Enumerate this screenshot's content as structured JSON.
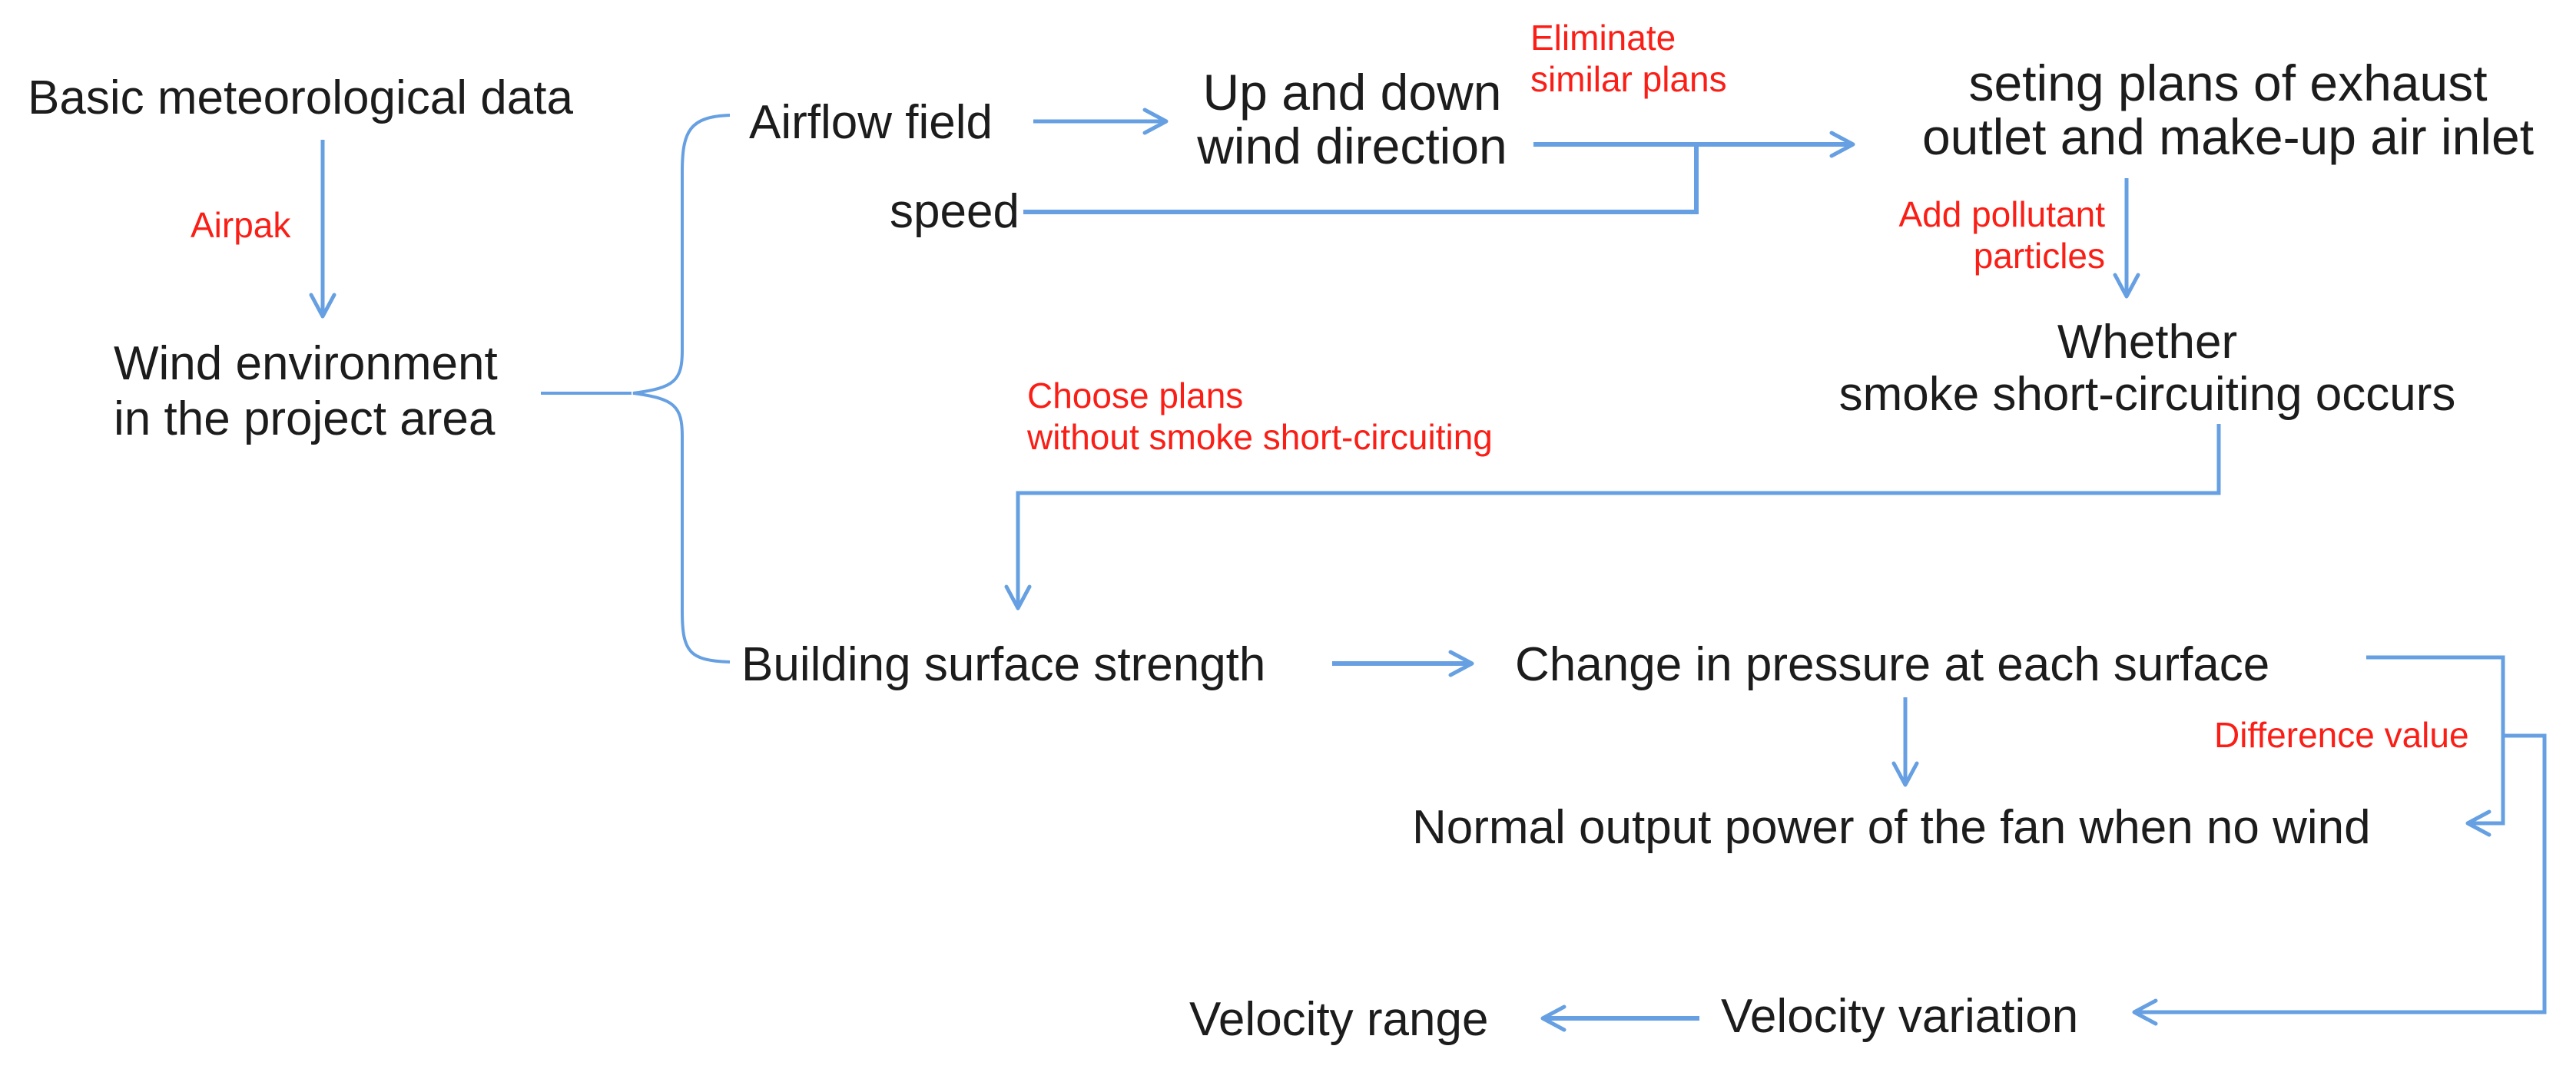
{
  "diagram_type": "flowchart",
  "colors": {
    "background": "#ffffff",
    "text_black": "#1c1c1c",
    "label_red": "#fa1e16",
    "arrow_blue": "#66a0e2"
  },
  "nodes": {
    "basic_met_data": {
      "text": "Basic meteorological data"
    },
    "wind_env": {
      "line1": "Wind environment",
      "line2": "in the project area"
    },
    "airflow_field": {
      "text": "Airflow field"
    },
    "speed": {
      "text": "speed"
    },
    "up_down": {
      "line1": "Up and down",
      "line2": "wind direction"
    },
    "seting_plans": {
      "line1": "seting plans of exhaust",
      "line2": "outlet and make-up air inlet"
    },
    "whether": {
      "line1": "Whether",
      "line2": "smoke short-circuiting occurs"
    },
    "building_strength": {
      "text": "Building surface strength"
    },
    "change_pressure": {
      "text": "Change in pressure at each surface"
    },
    "normal_output": {
      "text": "Normal output power of the fan when no wind"
    },
    "velocity_range": {
      "text": "Velocity range"
    },
    "velocity_variation": {
      "text": "Velocity variation"
    }
  },
  "edge_labels": {
    "airpak": {
      "text": "Airpak"
    },
    "eliminate": {
      "line1": "Eliminate",
      "line2": "similar plans"
    },
    "add_pollutant": {
      "line1": "Add pollutant",
      "line2": "particles"
    },
    "choose_plans": {
      "line1": "Choose plans",
      "line2": "without smoke short-circuiting"
    },
    "difference_value": {
      "text": "Difference value"
    }
  },
  "edges": [
    {
      "from": "Basic meteorological data",
      "to": "Wind environment in the project area",
      "label": "Airpak"
    },
    {
      "from": "Wind environment in the project area",
      "to": "Airflow field",
      "type": "brace-branch"
    },
    {
      "from": "Wind environment in the project area",
      "to": "Building surface strength",
      "type": "brace-branch"
    },
    {
      "from": "Airflow field",
      "to": "Up and down wind direction"
    },
    {
      "from": "Up and down wind direction",
      "to": "seting plans of exhaust outlet and make-up air inlet",
      "label": "Eliminate similar plans"
    },
    {
      "from": "speed",
      "to": "seting plans of exhaust outlet and make-up air inlet"
    },
    {
      "from": "seting plans of exhaust outlet and make-up air inlet",
      "to": "Whether smoke short-circuiting occurs",
      "label": "Add pollutant particles"
    },
    {
      "from": "Whether smoke short-circuiting occurs",
      "to": "Building surface strength",
      "label": "Choose plans without smoke short-circuiting"
    },
    {
      "from": "Building surface strength",
      "to": "Change in pressure at each surface"
    },
    {
      "from": "Change in pressure at each surface",
      "to": "Normal output power of the fan when no wind",
      "type": "down-arrow"
    },
    {
      "from": "Change in pressure at each surface",
      "to": "Normal output power of the fan when no wind",
      "type": "right-elbow"
    },
    {
      "from": "Change in pressure at each surface",
      "to": "Velocity variation",
      "label": "Difference value"
    },
    {
      "from": "Velocity variation",
      "to": "Velocity range"
    }
  ]
}
